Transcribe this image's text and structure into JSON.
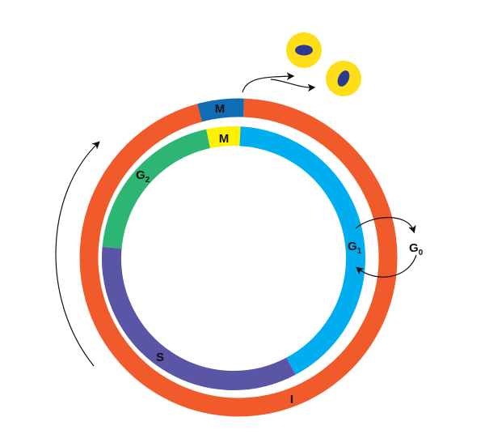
{
  "labels": {
    "outer_mitosis": "M",
    "inner_mitosis": "M",
    "g2": {
      "main": "G",
      "sub": "2"
    },
    "g1": {
      "main": "G",
      "sub": "1"
    },
    "g0": {
      "main": "G",
      "sub": "0"
    },
    "s_phase": "S",
    "interphase": "I"
  },
  "colors": {
    "interphase": "#F15A2B",
    "outer_mitosis": "#0F6DB5",
    "inner_mitosis": "#FFF200",
    "g1": "#00AEEF",
    "s_phase": "#5A55A5",
    "g2": "#2DB673",
    "cell": "#FFDE17",
    "nucleus": "#2B3990"
  }
}
